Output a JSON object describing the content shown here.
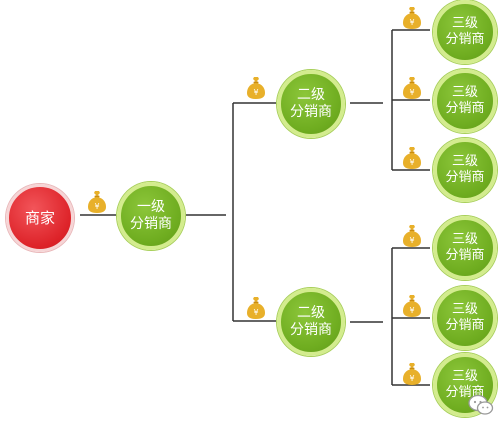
{
  "nodes": {
    "merchant": "商家",
    "level1": [
      "一级",
      "分销商"
    ],
    "level2": [
      [
        "二级",
        "分销商"
      ],
      [
        "二级",
        "分销商"
      ]
    ],
    "level3": [
      [
        "三级",
        "分销商"
      ],
      [
        "三级",
        "分销商"
      ],
      [
        "三级",
        "分销商"
      ],
      [
        "三级",
        "分销商"
      ],
      [
        "三级",
        "分销商"
      ],
      [
        "三级",
        "分销商"
      ]
    ]
  },
  "icons": {
    "commission": "money-bag-icon",
    "watermark": "wechat-logo-icon"
  },
  "colors": {
    "merchant": "#dd2228",
    "distributor": "#6fad20",
    "ring": "#d3ec8e",
    "bag": "#e8b02a",
    "line": "#333333"
  }
}
